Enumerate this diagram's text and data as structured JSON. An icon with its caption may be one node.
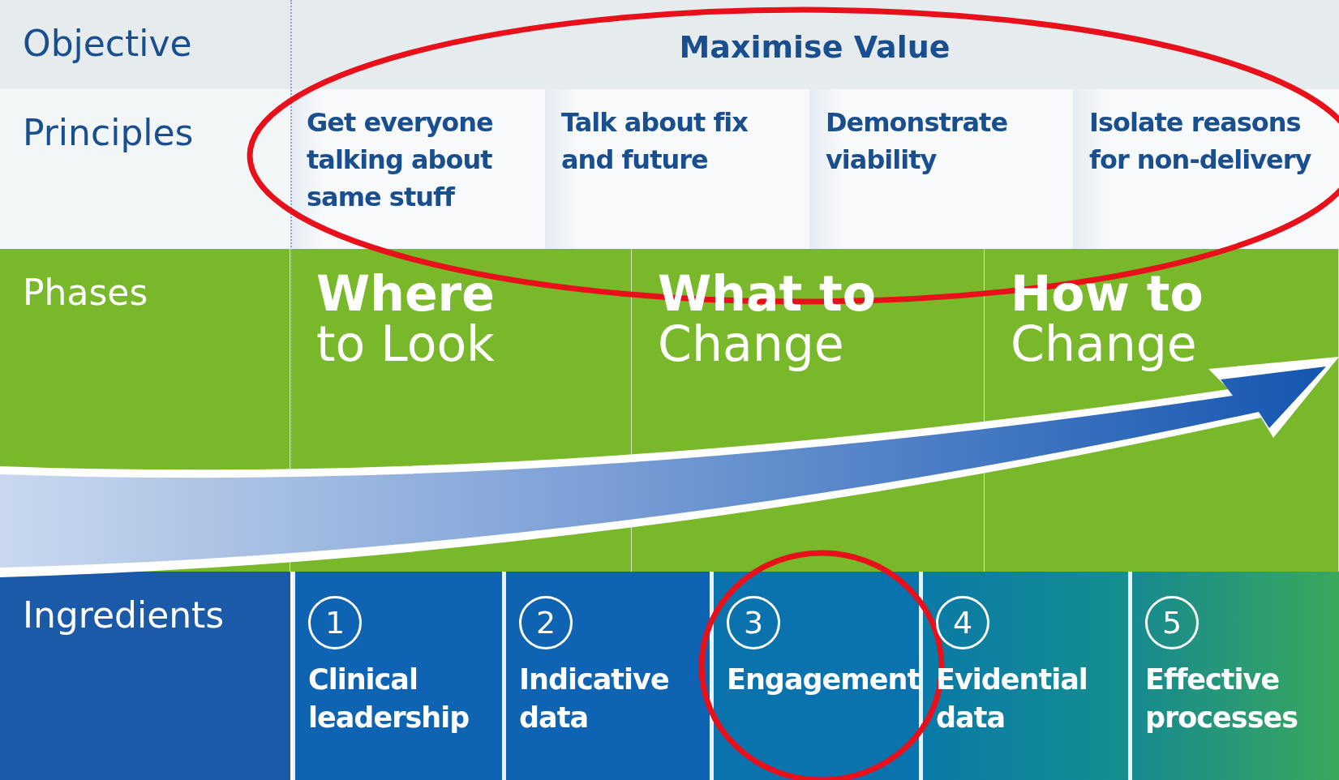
{
  "diagram": {
    "nodes": [
      {
        "text": [
          "Objective"
        ]
      },
      {
        "text": [
          "Maximise Value"
        ]
      },
      {
        "text": [
          "Principles"
        ]
      },
      {
        "text": [
          "Get everyone talking about same stuff"
        ]
      },
      {
        "text": [
          "Talk about fix and future"
        ]
      },
      {
        "text": [
          "Demonstrate viability"
        ]
      },
      {
        "text": [
          "Isolate reasons for non-delivery"
        ]
      },
      {
        "text": [
          "Phases"
        ]
      },
      {
        "text": [
          "**Where** to Look"
        ]
      },
      {
        "text": [
          "**What to** Change"
        ]
      },
      {
        "text": [
          "**How to** Change"
        ]
      },
      {
        "text": [
          "Ingredients"
        ]
      },
      {
        "text": [
          "1",
          "Clinical leadership"
        ]
      },
      {
        "text": [
          "2",
          "Indicative data"
        ]
      },
      {
        "text": [
          "3",
          "Engagement"
        ]
      },
      {
        "text": [
          "4",
          "Evidential data"
        ]
      },
      {
        "text": [
          "5",
          "Effective processes"
        ]
      }
    ]
  }
}
